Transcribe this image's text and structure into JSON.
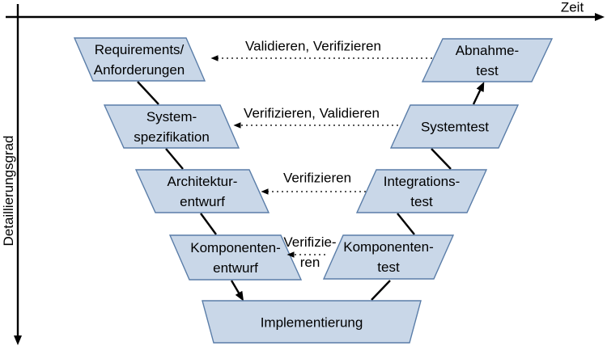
{
  "axes": {
    "x_label": "Zeit",
    "y_label": "Detaillierungsgrad"
  },
  "boxes": {
    "requirements": {
      "line1": "Requirements/",
      "line2": "Anforderungen"
    },
    "system_spec": {
      "line1": "System-",
      "line2": "spezifikation"
    },
    "architecture": {
      "line1": "Architektur-",
      "line2": "entwurf"
    },
    "component_design": {
      "line1": "Komponenten-",
      "line2": "entwurf"
    },
    "implementation": {
      "line1": "Implementierung"
    },
    "component_test": {
      "line1": "Komponenten-",
      "line2": "test"
    },
    "integration_test": {
      "line1": "Integrations-",
      "line2": "test"
    },
    "system_test": {
      "line1": "Systemtest"
    },
    "acceptance_test": {
      "line1": "Abnahme-",
      "line2": "test"
    }
  },
  "arrows": {
    "validate_verify": "Validieren, Verifizieren",
    "verify_validate": "Verifizieren, Validieren",
    "verify": "Verifizieren",
    "verify_split_line1": "Verifizie-",
    "verify_split_line2": "ren"
  },
  "colors": {
    "box_fill": "#c9d7e8",
    "box_border": "#5a7da8",
    "line_color": "#000000",
    "dot_color": "#595959"
  }
}
